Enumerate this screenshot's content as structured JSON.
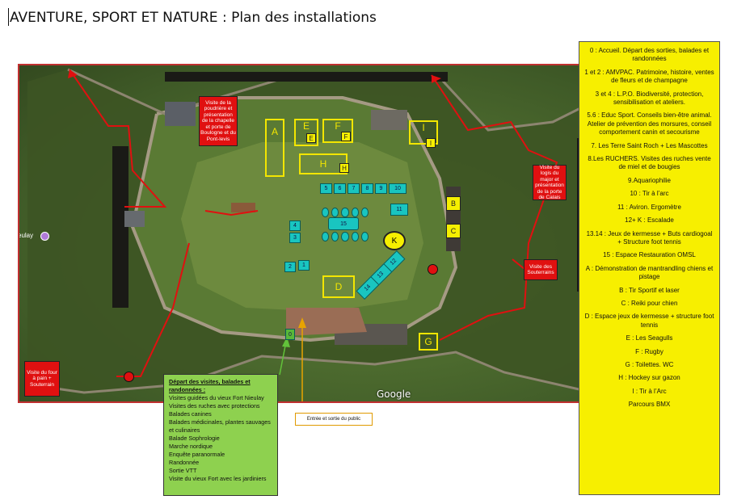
{
  "title": "AVENTURE, SPORT ET NATURE : Plan des installations",
  "map": {
    "google_label": "Google",
    "place_label": "eulay",
    "yellow_zones": {
      "a": "A",
      "e": "E",
      "f": "F",
      "i": "I",
      "h": "H",
      "d": "D",
      "g": "G"
    },
    "small_yellow": {
      "e": "E",
      "f": "F",
      "h": "H",
      "i": "I",
      "b": "B",
      "c": "C"
    },
    "k_label": "K",
    "teal": {
      "s5": "5",
      "s6": "6",
      "s7": "7",
      "s8": "8",
      "s9": "9",
      "s10": "10",
      "s11": "11",
      "s4": "4",
      "s3": "3",
      "s2": "2",
      "s1": "1",
      "s12": "12",
      "s13": "13",
      "s14": "14",
      "s15": "15",
      "s0": "0"
    },
    "red_labels": {
      "chapelle": "Visite de la poudrière et présentation de la chapelle et porte de Boulogne et du Pont-levis",
      "logis": "Visite du logis du major et présentation de la porte de Calais",
      "souterrain_right": "Visite des Souterrains",
      "four": "Visite du four à pain + Souterrain"
    }
  },
  "legend": [
    "0 : Accueil. Départ des sorties, balades et randonnées",
    "1 et 2 : AMVPAC. Patrimoine, histoire, ventes de fleurs et de champagne",
    "3 et 4 : L.P.O. Biodiversité, protection, sensibilisation et ateliers.",
    "5.6 : Educ Sport. Conseils bien-être animal. Atelier de prévention des morsures, conseil comportement canin et secourisme",
    "7. Les Terre Saint Roch + Les Mascottes",
    "8.Les RUCHERS. Visites des ruches vente de miel et de bougies",
    "9.Aquariophilie",
    "10 : Tir à l’arc",
    "11 : Aviron. Ergomètre",
    "12+ K : Escalade",
    "13.14 : Jeux de kermesse + Buts cardiogoal + Structure foot tennis",
    "15 : Espace Restauration OMSL",
    "A : Démonstration de mantrandling chiens et pistage",
    "B : Tir Sportif et laser",
    "C : Reiki pour chien",
    "D : Espace jeux de kermesse + structure foot tennis",
    "E : Les Seagulls",
    "F : Rugby",
    "G : Toilettes. WC",
    "H : Hockey sur gazon",
    "I : Tir à l’Arc",
    "Parcours BMX"
  ],
  "depart": {
    "heading": "Départ des visites, balades et randonnées :",
    "items": [
      "Visites guidées du vieux Fort Nieulay",
      "Visites des ruches avec protections",
      "Balades canines",
      "Balades médicinales, plantes sauvages et culinaires",
      "Balade Sophrologie",
      "Marche nordique",
      "Enquête paranormale",
      "Randonnée",
      "Sortie VTT",
      "Visite du vieux Fort avec les jardiniers"
    ]
  },
  "entree": "Entrée et sortie du public",
  "colors": {
    "yellow": "#f7ef00",
    "red": "#e01010",
    "teal": "#19c5c0",
    "green": "#8ed14f"
  }
}
